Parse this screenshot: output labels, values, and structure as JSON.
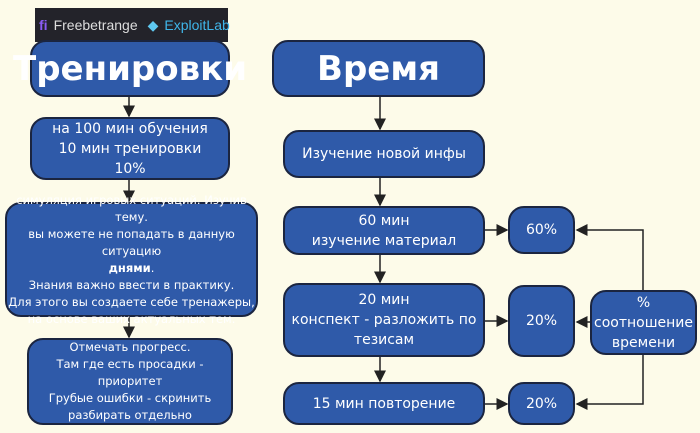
{
  "logo": {
    "brand1": "Freebetrange",
    "brand2": "ExploitLab"
  },
  "left": {
    "title": "Тренировки",
    "ratio": [
      "на 100 мин обучения",
      "10 мин тренировки",
      "10%"
    ],
    "sim": {
      "l1": "симуляция игровых ситуаций. Изучив тему.",
      "l2": "вы можете не попадать в данную ситуацию",
      "bold": "днями",
      "dot": ".",
      "l3": "Знания важно ввести в практику.",
      "l4": "Для этого вы создаете себе тренажеры,",
      "l5": "на основе ваших актуальных тем."
    },
    "progress": [
      "Отмечать прогресс.",
      "Там где есть просадки - приоритет",
      "Грубые ошибки - скринить",
      "разбирать отдельно"
    ]
  },
  "right": {
    "title": "Время",
    "new_info": "Изучение новой инфы",
    "s1": [
      "60 мин",
      "изучение материал"
    ],
    "s2": [
      "20 мин",
      "конспект - разложить по",
      "тезисам"
    ],
    "s3": "15 мин повторение",
    "p1": "60%",
    "p2": "20%",
    "p3": "20%",
    "ratio": [
      "%",
      "соотношение",
      "времени"
    ]
  }
}
